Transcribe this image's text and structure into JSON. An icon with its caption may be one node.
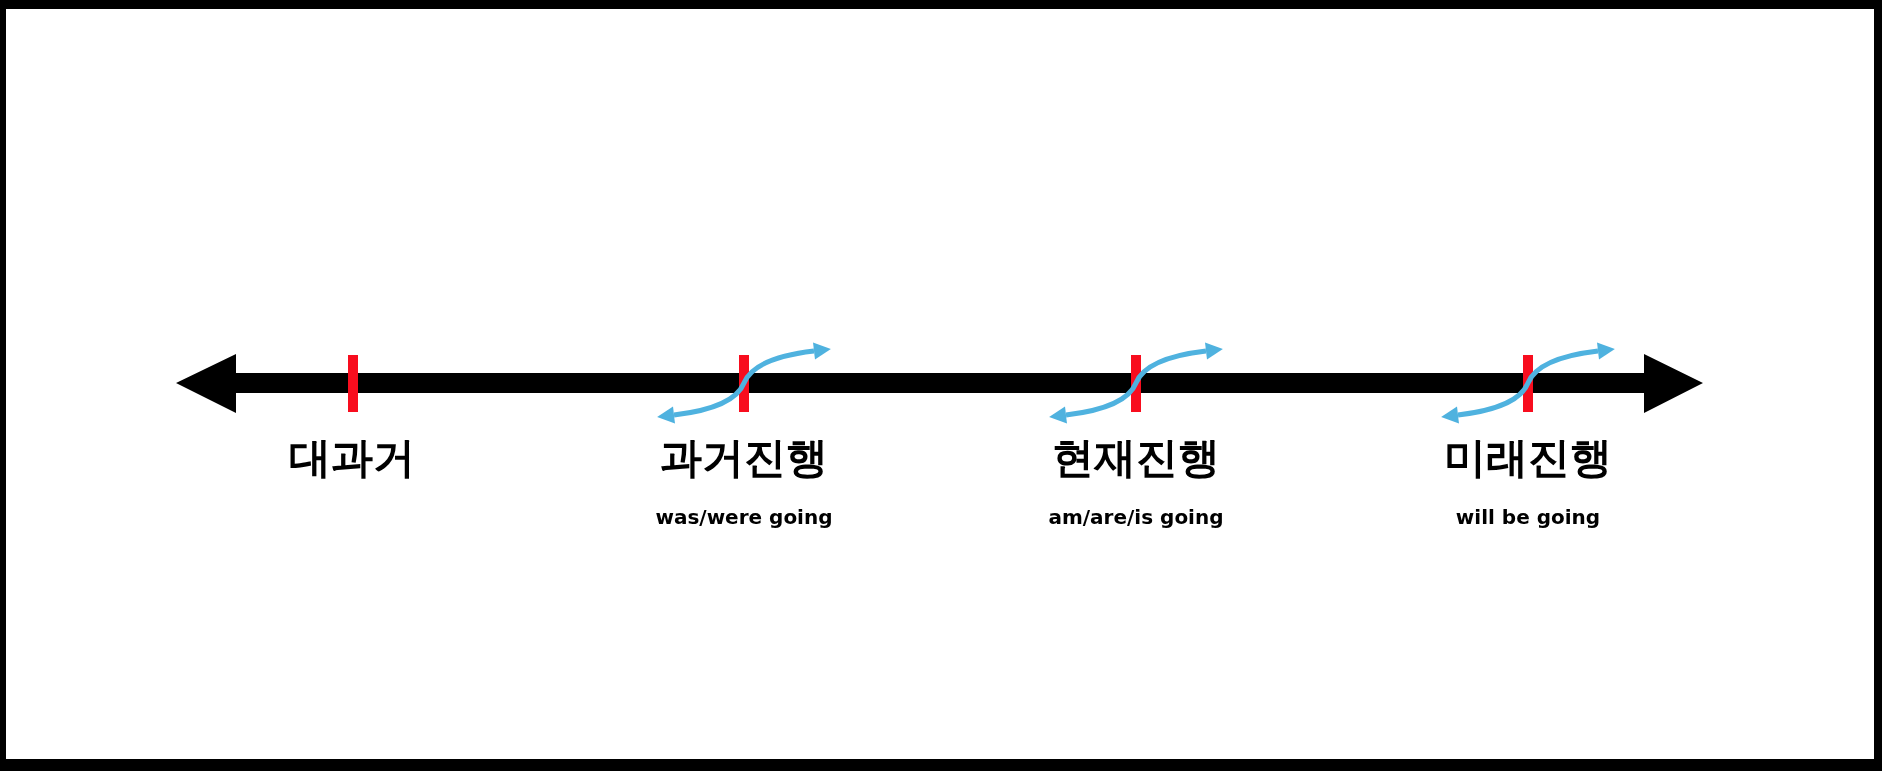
{
  "diagram": {
    "labels": [
      "대과거",
      "과거진행",
      "was/were going",
      "현재진행",
      "am/are/is going",
      "미래진행",
      "will be going"
    ]
  }
}
